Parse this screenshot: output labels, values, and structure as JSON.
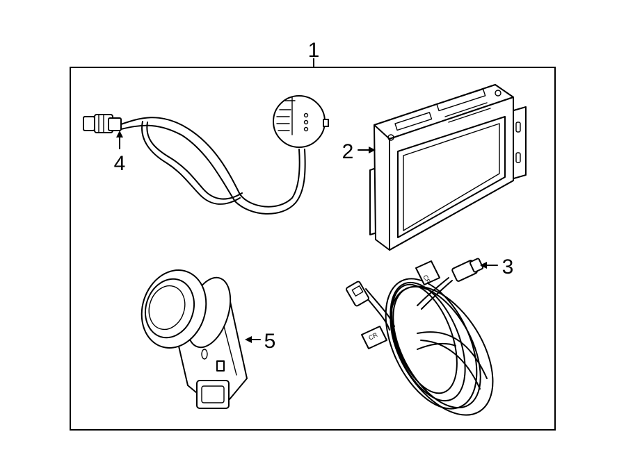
{
  "callouts": {
    "assembly": "1",
    "module": "2",
    "harness": "3",
    "antenna": "4",
    "sensor": "5"
  },
  "harness_tags": {
    "tag_a": "CR",
    "tag_b": "CR"
  }
}
